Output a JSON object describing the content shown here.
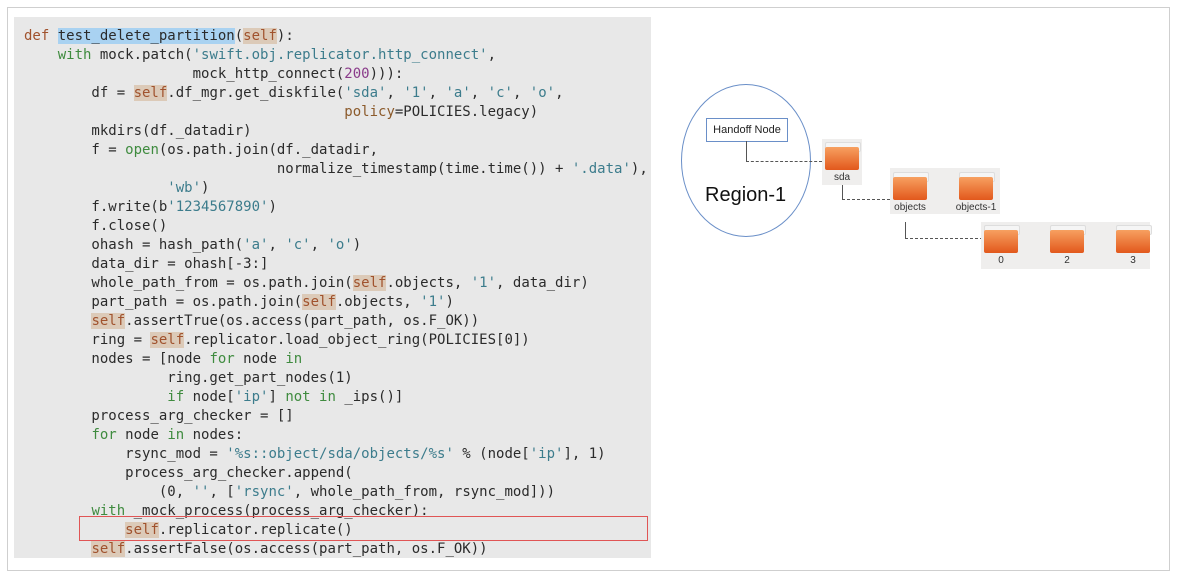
{
  "code": {
    "lines": [
      [
        [
          "d",
          "def "
        ],
        [
          "h",
          "test_delete_partition"
        ],
        [
          "p",
          "("
        ],
        [
          "f",
          "self"
        ],
        [
          "p",
          "):"
        ]
      ],
      [
        [
          "p",
          "    "
        ],
        [
          "k",
          "with"
        ],
        [
          "p",
          " mock.patch("
        ],
        [
          "s",
          "'swift.obj.replicator.http_connect'"
        ],
        [
          "p",
          ","
        ]
      ],
      [
        [
          "p",
          "                    mock_http_connect("
        ],
        [
          "n",
          "200"
        ],
        [
          "p",
          "))):"
        ]
      ],
      [
        [
          "p",
          "        df = "
        ],
        [
          "f",
          "self"
        ],
        [
          "p",
          ".df_mgr.get_diskfile("
        ],
        [
          "s",
          "'sda'"
        ],
        [
          "p",
          ", "
        ],
        [
          "s",
          "'1'"
        ],
        [
          "p",
          ", "
        ],
        [
          "s",
          "'a'"
        ],
        [
          "p",
          ", "
        ],
        [
          "s",
          "'c'"
        ],
        [
          "p",
          ", "
        ],
        [
          "s",
          "'o'"
        ],
        [
          "p",
          ","
        ]
      ],
      [
        [
          "p",
          "                                      "
        ],
        [
          "a",
          "policy"
        ],
        [
          "p",
          "=POLICIES.legacy)"
        ]
      ],
      [
        [
          "p",
          "        mkdirs(df._datadir)"
        ]
      ],
      [
        [
          "p",
          "        f = "
        ],
        [
          "o",
          "open"
        ],
        [
          "p",
          "(os.path.join(df._datadir,"
        ]
      ],
      [
        [
          "p",
          "                              normalize_timestamp(time.time()) + "
        ],
        [
          "s",
          "'.data'"
        ],
        [
          "p",
          "),"
        ]
      ],
      [
        [
          "p",
          "                 "
        ],
        [
          "s",
          "'wb'"
        ],
        [
          "p",
          ")"
        ]
      ],
      [
        [
          "p",
          "        f.write(b"
        ],
        [
          "s",
          "'1234567890'"
        ],
        [
          "p",
          ")"
        ]
      ],
      [
        [
          "p",
          "        f.close()"
        ]
      ],
      [
        [
          "p",
          "        ohash = hash_path("
        ],
        [
          "s",
          "'a'"
        ],
        [
          "p",
          ", "
        ],
        [
          "s",
          "'c'"
        ],
        [
          "p",
          ", "
        ],
        [
          "s",
          "'o'"
        ],
        [
          "p",
          ")"
        ]
      ],
      [
        [
          "p",
          "        data_dir = ohash[-3:]"
        ]
      ],
      [
        [
          "p",
          "        whole_path_from = os.path.join("
        ],
        [
          "f",
          "self"
        ],
        [
          "p",
          ".objects, "
        ],
        [
          "s",
          "'1'"
        ],
        [
          "p",
          ", data_dir)"
        ]
      ],
      [
        [
          "p",
          "        part_path = os.path.join("
        ],
        [
          "f",
          "self"
        ],
        [
          "p",
          ".objects, "
        ],
        [
          "s",
          "'1'"
        ],
        [
          "p",
          ")"
        ]
      ],
      [
        [
          "p",
          "        "
        ],
        [
          "f",
          "self"
        ],
        [
          "p",
          ".assertTrue(os.access(part_path, os.F_OK))"
        ]
      ],
      [
        [
          "p",
          "        ring = "
        ],
        [
          "f",
          "self"
        ],
        [
          "p",
          ".replicator.load_object_ring(POLICIES[0])"
        ]
      ],
      [
        [
          "p",
          "        nodes = [node "
        ],
        [
          "k",
          "for"
        ],
        [
          "p",
          " node "
        ],
        [
          "k",
          "in"
        ]
      ],
      [
        [
          "p",
          "                 ring.get_part_nodes(1)"
        ]
      ],
      [
        [
          "p",
          "                 "
        ],
        [
          "k",
          "if"
        ],
        [
          "p",
          " node["
        ],
        [
          "s",
          "'ip'"
        ],
        [
          "p",
          "] "
        ],
        [
          "k",
          "not in"
        ],
        [
          "p",
          " _ips()]"
        ]
      ],
      [
        [
          "p",
          "        process_arg_checker = []"
        ]
      ],
      [
        [
          "p",
          "        "
        ],
        [
          "k",
          "for"
        ],
        [
          "p",
          " node "
        ],
        [
          "k",
          "in"
        ],
        [
          "p",
          " nodes:"
        ]
      ],
      [
        [
          "p",
          "            rsync_mod = "
        ],
        [
          "s",
          "'%s::object/sda/objects/%s'"
        ],
        [
          "p",
          " % (node["
        ],
        [
          "s",
          "'ip'"
        ],
        [
          "p",
          "], 1)"
        ]
      ],
      [
        [
          "p",
          "            process_arg_checker.append("
        ]
      ],
      [
        [
          "p",
          "                (0, "
        ],
        [
          "s",
          "''"
        ],
        [
          "p",
          ", ["
        ],
        [
          "s",
          "'rsync'"
        ],
        [
          "p",
          ", whole_path_from, rsync_mod]))"
        ]
      ],
      [
        [
          "p",
          "        "
        ],
        [
          "k",
          "with"
        ],
        [
          "p",
          " _mock_process(process_arg_checker):"
        ]
      ],
      [
        [
          "p",
          "            "
        ],
        [
          "f",
          "self"
        ],
        [
          "p",
          ".replicator.replicate()"
        ]
      ],
      [
        [
          "p",
          "        "
        ],
        [
          "f",
          "self"
        ],
        [
          "p",
          ".assertFalse(os.access(part_path, os.F_OK))"
        ]
      ]
    ]
  },
  "diagram": {
    "region_label": "Region-1",
    "handoff_label": "Handoff Node",
    "folders": {
      "sda": "sda",
      "objects": "objects",
      "objects1": "objects-1",
      "p0": "0",
      "p2": "2",
      "p3": "3"
    }
  }
}
